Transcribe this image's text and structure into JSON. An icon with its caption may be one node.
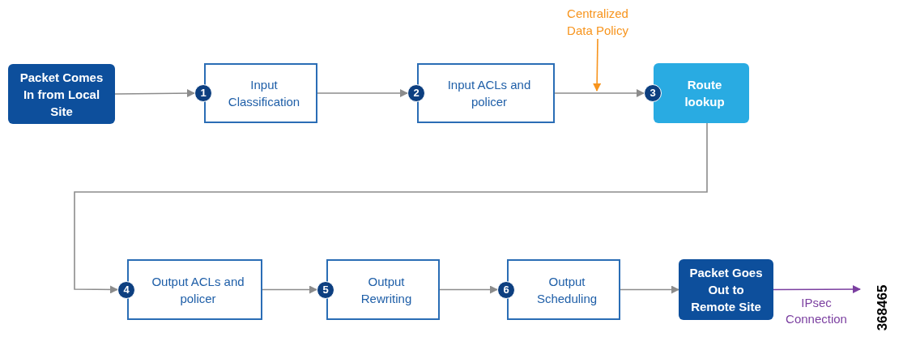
{
  "diagram": {
    "nodes": [
      {
        "text": [
          "Packet Comes In from Local Site"
        ]
      },
      {
        "text": [
          "Input Classification"
        ],
        "beside": [
          "1"
        ]
      },
      {
        "text": [
          "Input ACLs and policer"
        ],
        "beside": [
          "2"
        ]
      },
      {
        "text": [
          "Route lookup"
        ],
        "beside": [
          "3"
        ]
      },
      {
        "text": [
          "Output ACLs and policer"
        ],
        "beside": [
          "4"
        ]
      },
      {
        "text": [
          "Output Rewriting"
        ],
        "beside": [
          "5"
        ]
      },
      {
        "text": [
          "Output Scheduling"
        ],
        "beside": [
          "6"
        ]
      },
      {
        "text": [
          "Packet Goes Out to Remote Site"
        ]
      },
      {
        "text": [
          "Centralized Data Policy"
        ]
      }
    ],
    "edges": [
      {
        "from": 0,
        "to": 1,
        "arrow": "to"
      },
      {
        "from": 1,
        "to": 2,
        "arrow": "to"
      },
      {
        "from": 2,
        "to": 3,
        "arrow": "to"
      },
      {
        "from": 3,
        "to": 4,
        "arrow": "to"
      },
      {
        "from": 4,
        "to": 5,
        "arrow": "to"
      },
      {
        "from": 5,
        "to": 6,
        "arrow": "to"
      },
      {
        "from": 6,
        "to": 7,
        "arrow": "to"
      },
      {
        "from": 7,
        "to": null,
        "arrow": "to",
        "label": "IPsec Connection",
        "color": "#7b3fa0"
      },
      {
        "from": 8,
        "to": null,
        "arrow": "to",
        "color": "#f7941d"
      }
    ],
    "labels": [
      "368465"
    ]
  }
}
